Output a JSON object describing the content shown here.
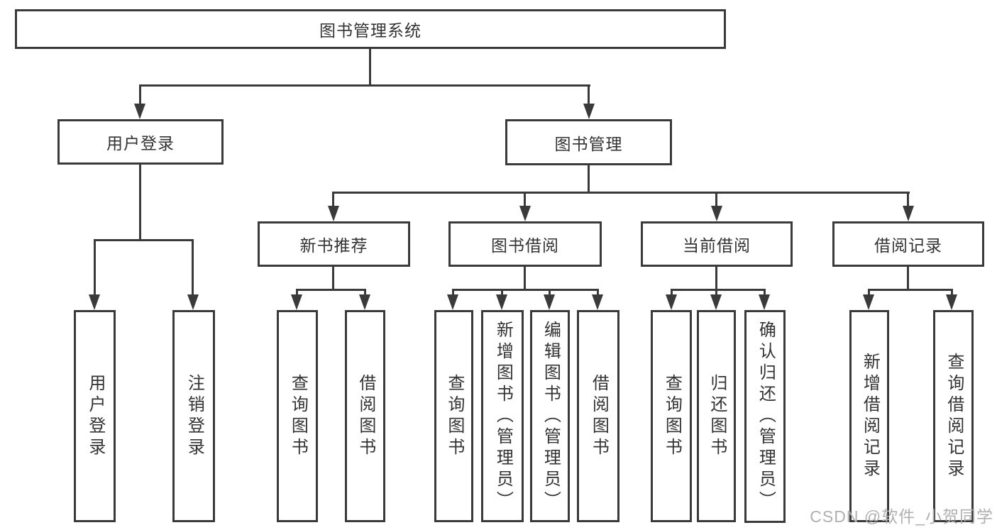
{
  "title": "图书管理系统",
  "branches": {
    "user": {
      "label": "用户登录",
      "leaves": [
        "用户登录",
        "注销登录"
      ]
    },
    "books": {
      "label": "图书管理",
      "children": [
        {
          "label": "新书推荐",
          "leaves": [
            "查询图书",
            "借阅图书"
          ]
        },
        {
          "label": "图书借阅",
          "leaves": [
            "查询图书",
            "新增图书（管理员）",
            "编辑图书（管理员）",
            "借阅图书"
          ]
        },
        {
          "label": "当前借阅",
          "leaves": [
            "查询图书",
            "归还图书",
            "确认归还（管理员）"
          ]
        },
        {
          "label": "借阅记录",
          "leaves": [
            "新增借阅记录",
            "查询借阅记录"
          ]
        }
      ]
    }
  },
  "watermark": "CSDN @软件_小贺同学",
  "colors": {
    "line": "#3a3a3a",
    "text": "#333333",
    "watermark": "#b0b0b0"
  }
}
